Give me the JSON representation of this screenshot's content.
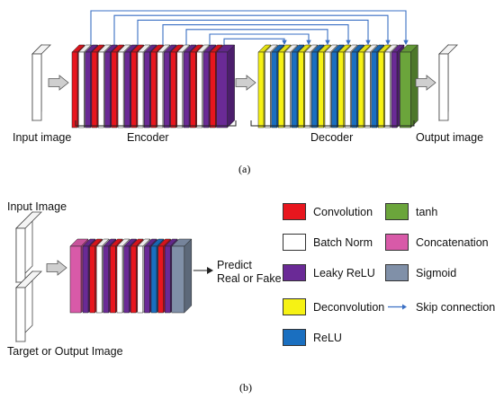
{
  "panel_a": {
    "caption": "(a)",
    "input_label": "Input image",
    "encoder_label": "Encoder",
    "decoder_label": "Decoder",
    "output_label": "Output image"
  },
  "panel_b": {
    "caption": "(b)",
    "input_label": "Input Image",
    "target_label": "Target or Output Image",
    "predict_label_1": "Predict",
    "predict_label_2": "Real or Fake"
  },
  "colors": {
    "convolution": "#e8161e",
    "batch_norm": "#ffffff",
    "leaky_relu": "#6a2a96",
    "deconvolution": "#f6f214",
    "relu": "#1a6fc0",
    "tanh": "#6ba53b",
    "concatenation": "#d85aa8",
    "sigmoid": "#8090a8",
    "skip": "#3a6fc4"
  },
  "legend": {
    "items": [
      {
        "label": "Convolution",
        "color": "#e8161e"
      },
      {
        "label": "tanh",
        "color": "#6ba53b"
      },
      {
        "label": "Batch Norm",
        "color": "#ffffff"
      },
      {
        "label": "Concatenation",
        "color": "#d85aa8"
      },
      {
        "label": "Leaky ReLU",
        "color": "#6a2a96"
      },
      {
        "label": "Sigmoid",
        "color": "#8090a8"
      },
      {
        "label": "Deconvolution",
        "color": "#f6f214"
      },
      {
        "label": "Skip connection",
        "color": "#3a6fc4"
      },
      {
        "label": "ReLU",
        "color": "#1a6fc0"
      }
    ]
  }
}
